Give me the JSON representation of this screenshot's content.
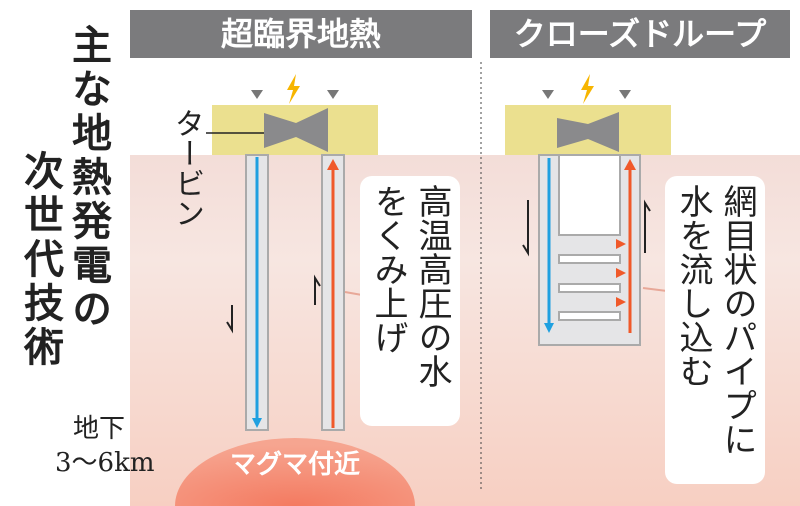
{
  "title": {
    "line1": "主な地熱発電の",
    "line2": "次世代技術"
  },
  "panels": [
    {
      "header": "超臨界地熱",
      "turbine_label": "タービン",
      "callout": "高温高圧の水をくみ上げ",
      "magma_label": "マグマ付近",
      "depth_label_1": "地下",
      "depth_label_2": "3〜6km"
    },
    {
      "header": "クローズドループ",
      "callout": "網目状のパイプに水を流し込む"
    }
  ],
  "colors": {
    "header": "#7b7b7d",
    "turbine_box": "#ebe08f",
    "cold": "#1ea0e0",
    "hot": "#f0592a",
    "magma": "#f48a70"
  }
}
